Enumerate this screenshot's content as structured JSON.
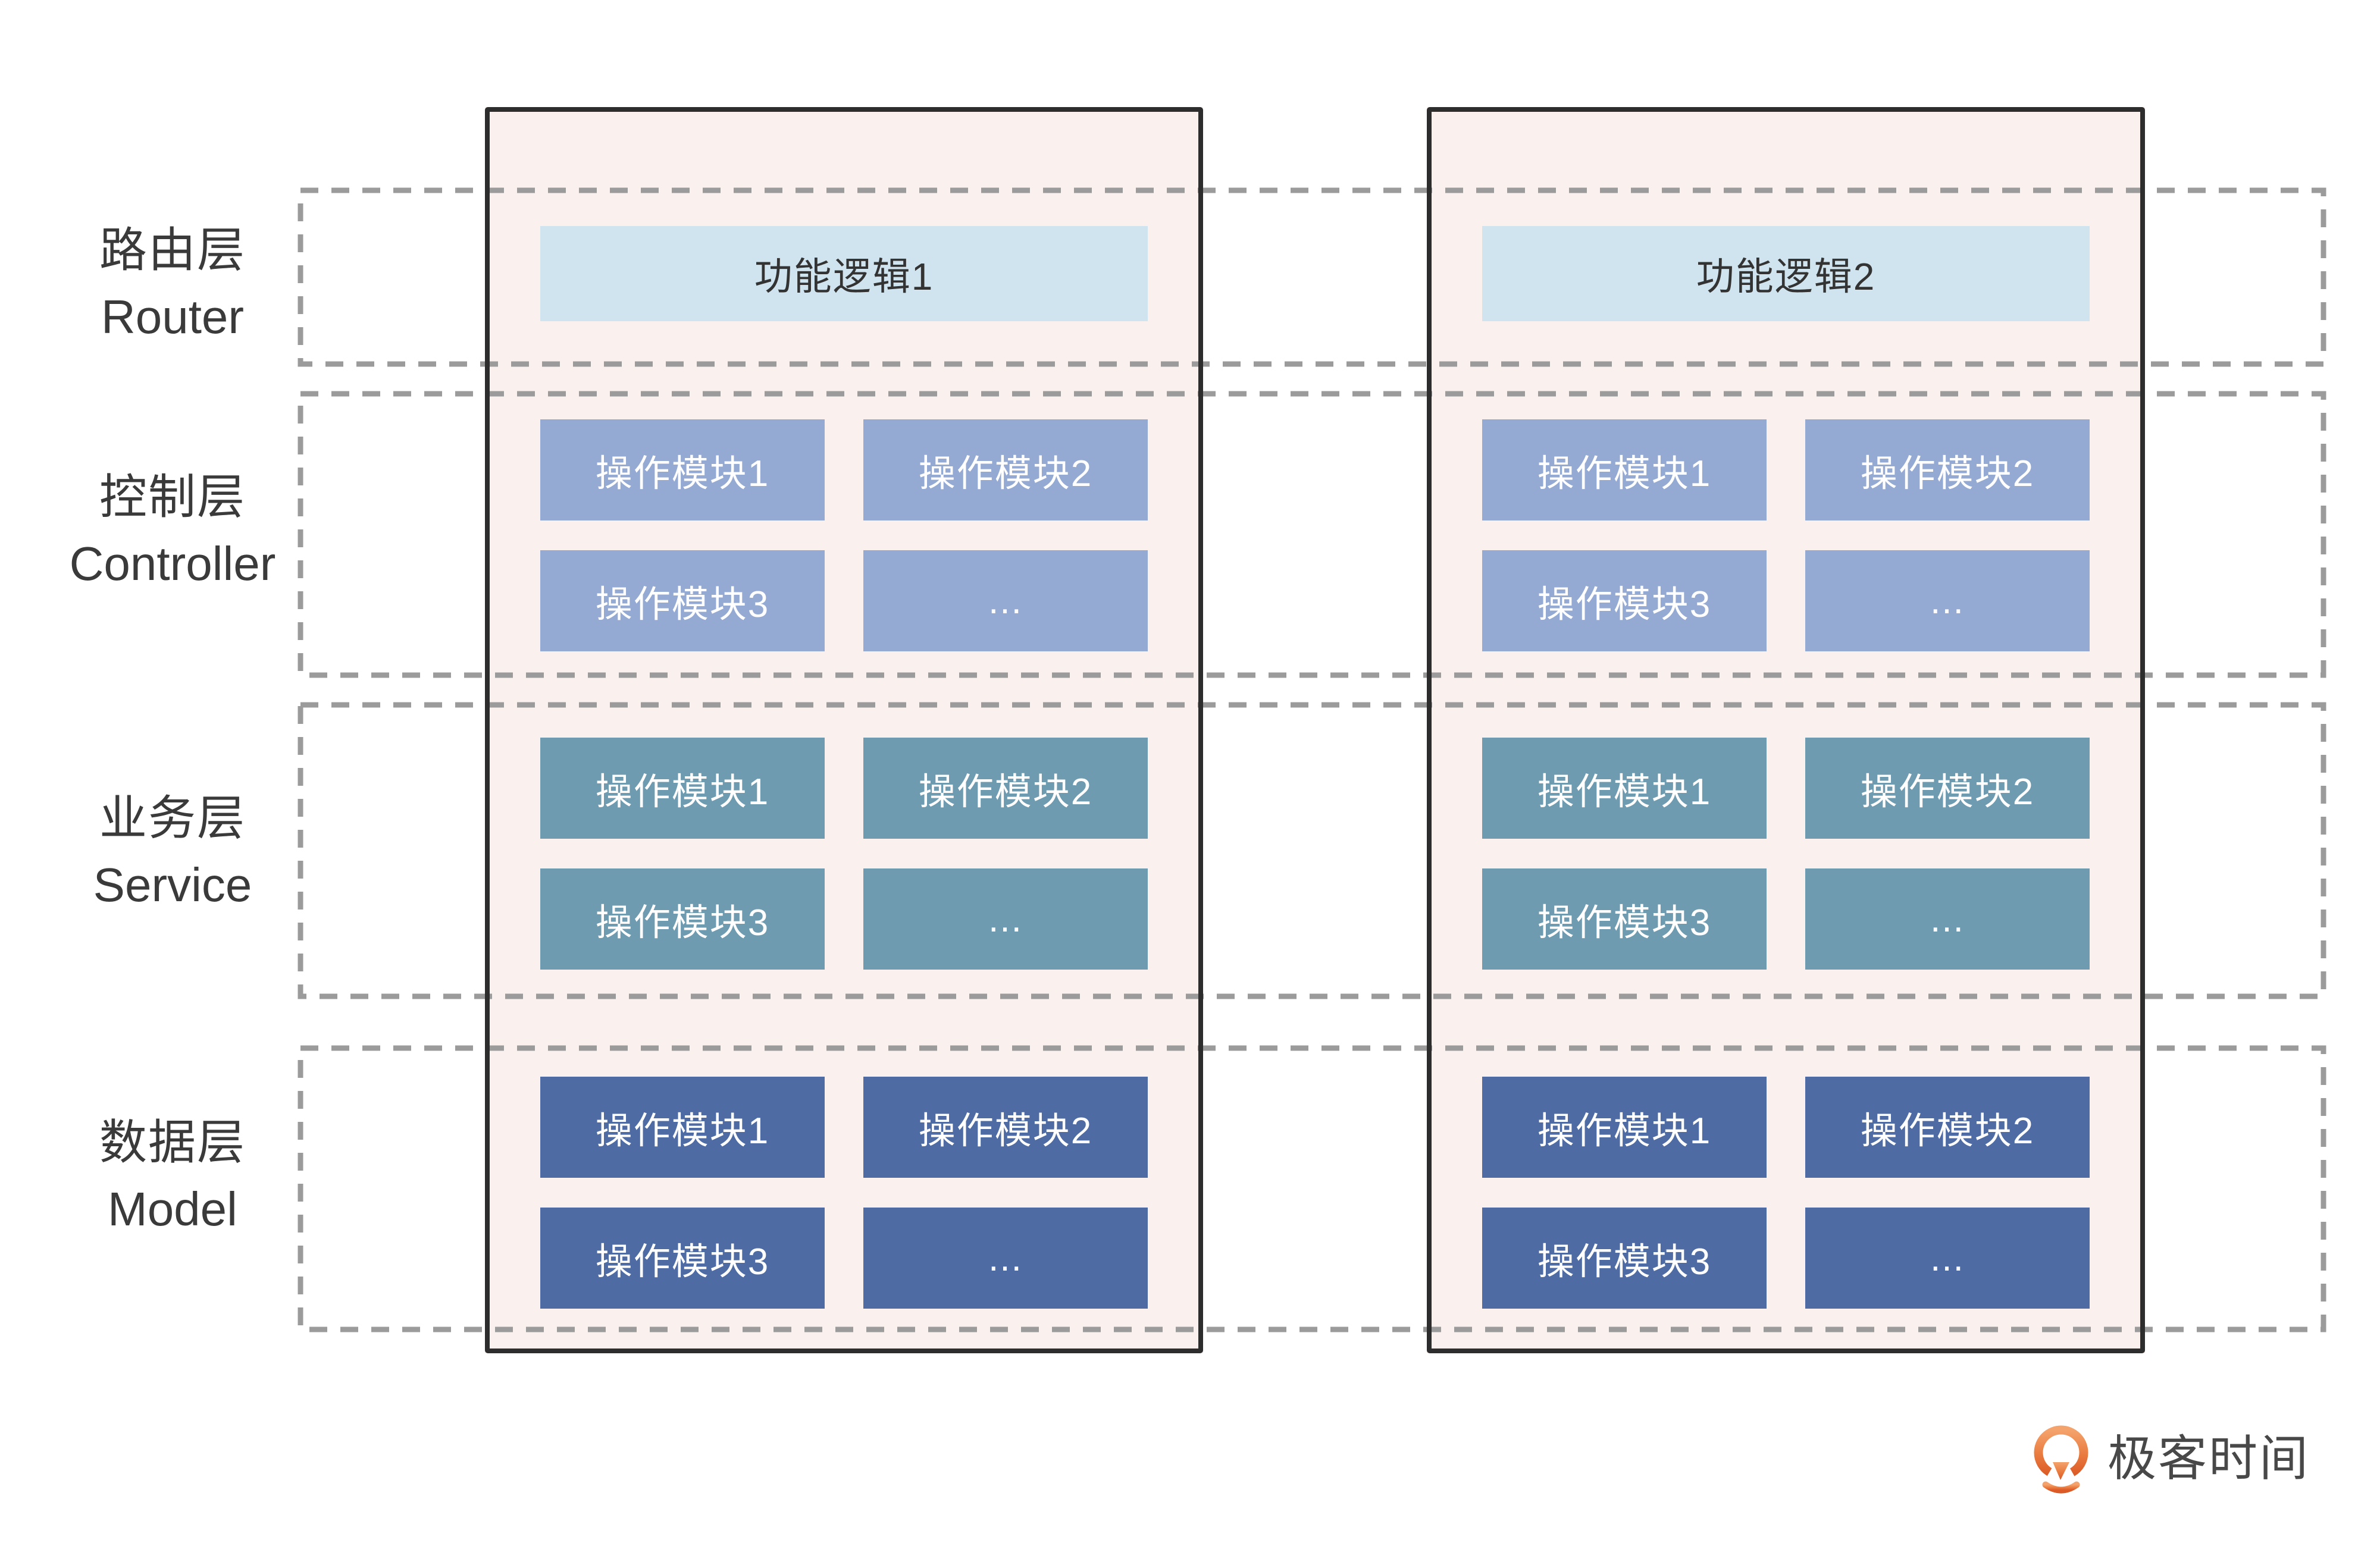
{
  "layers": [
    {
      "zh": "路由层",
      "en": "Router"
    },
    {
      "zh": "控制层",
      "en": "Controller"
    },
    {
      "zh": "业务层",
      "en": "Service"
    },
    {
      "zh": "数据层",
      "en": "Model"
    }
  ],
  "features": [
    {
      "title": "功能逻辑1",
      "controller": [
        "操作模块1",
        "操作模块2",
        "操作模块3",
        "..."
      ],
      "service": [
        "操作模块1",
        "操作模块2",
        "操作模块3",
        "..."
      ],
      "model": [
        "操作模块1",
        "操作模块2",
        "操作模块3",
        "..."
      ]
    },
    {
      "title": "功能逻辑2",
      "controller": [
        "操作模块1",
        "操作模块2",
        "操作模块3",
        "..."
      ],
      "service": [
        "操作模块1",
        "操作模块2",
        "操作模块3",
        "..."
      ],
      "model": [
        "操作模块1",
        "操作模块2",
        "操作模块3",
        "..."
      ]
    }
  ],
  "logo": {
    "text": "极客时间",
    "icon": "geektime-pin-icon"
  },
  "colors": {
    "box_background": "#faf1ef",
    "box_border": "#2d2d2d",
    "band_dash": "#9b9b9b",
    "header_background": "#cfe4ee",
    "controller_module": "#95aad3",
    "service_module": "#6f9bb1",
    "model_module": "#4e6ba4",
    "module_text": "#ffffff",
    "label_text": "#3a3a3a",
    "logo_orange": "#e8703a"
  }
}
